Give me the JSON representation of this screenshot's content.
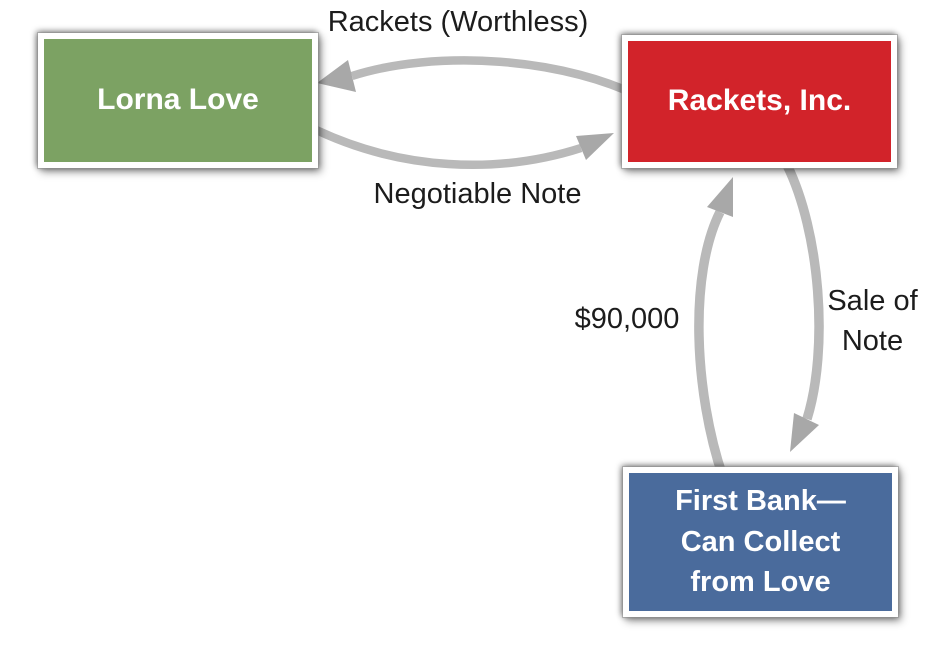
{
  "colors": {
    "background": "#ffffff",
    "arrow_shaft": "#b9b9b9",
    "arrow_head": "#a8a8a8",
    "label_text": "#1c1c1c",
    "node_text": "#ffffff",
    "node_green": "#7ca263",
    "node_red": "#d2232a",
    "node_blue": "#4a6b9c"
  },
  "nodes": [
    {
      "id": "lorna-love",
      "label": "Lorna Love",
      "fill": "#7ca263"
    },
    {
      "id": "rackets-inc",
      "label": "Rackets, Inc.",
      "fill": "#d2232a"
    },
    {
      "id": "first-bank",
      "label": "First Bank— Can Collect from Love",
      "lines": [
        "First Bank—",
        "Can Collect",
        "from Love"
      ],
      "fill": "#4a6b9c"
    }
  ],
  "edges": [
    {
      "id": "rackets-to-lorna",
      "from": "Rackets, Inc.",
      "to": "Lorna Love",
      "label": "Rackets (Worthless)"
    },
    {
      "id": "lorna-to-rackets",
      "from": "Lorna Love",
      "to": "Rackets, Inc.",
      "label": "Negotiable Note"
    },
    {
      "id": "bank-to-rackets",
      "from": "First Bank",
      "to": "Rackets, Inc.",
      "label": "$90,000"
    },
    {
      "id": "rackets-to-bank",
      "from": "Rackets, Inc.",
      "to": "First Bank",
      "label": "Sale of Note"
    }
  ]
}
